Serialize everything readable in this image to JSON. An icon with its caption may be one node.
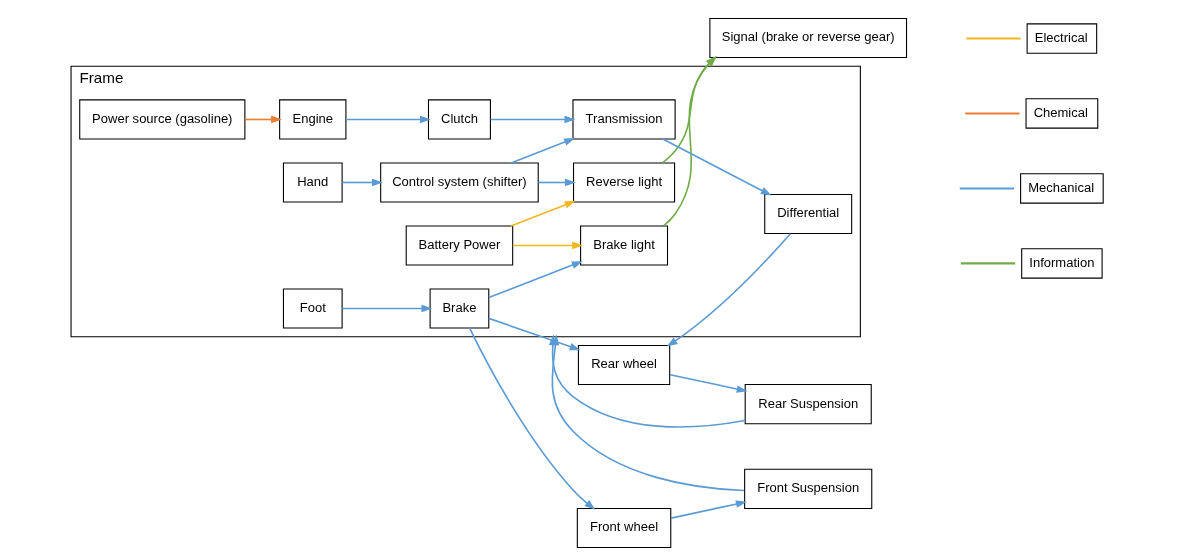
{
  "diagram": {
    "nodes": [
      {
        "text": [
          "Frame"
        ]
      },
      {
        "text": [
          "Battery Power"
        ],
        "in": 0
      },
      {
        "text": [
          "Reverse light"
        ],
        "in": 0
      },
      {
        "text": [
          "Brake light"
        ],
        "in": 0
      },
      {
        "text": [
          "Signal (brake or reverse gear)"
        ]
      },
      {
        "text": [
          "Foot"
        ],
        "in": 0
      },
      {
        "text": [
          "Brake"
        ],
        "in": 0
      },
      {
        "text": [
          "Hand"
        ],
        "in": 0
      },
      {
        "text": [
          "Control system (shifter)"
        ],
        "in": 0
      },
      {
        "text": [
          "Power source (gasoline)"
        ],
        "in": 0
      },
      {
        "text": [
          "Engine"
        ],
        "in": 0
      },
      {
        "text": [
          "Clutch"
        ],
        "in": 0
      },
      {
        "text": [
          "Transmission"
        ],
        "in": 0
      },
      {
        "text": [
          "Differential"
        ],
        "in": 0
      },
      {
        "text": [
          "Front Suspension"
        ]
      },
      {
        "text": [
          "Rear Suspension"
        ]
      },
      {
        "text": [
          "Front wheel"
        ]
      },
      {
        "text": [
          "Rear wheel"
        ]
      }
    ],
    "edges": [
      {
        "from": 8,
        "to": 2,
        "arrow": "to"
      },
      {
        "from": 1,
        "to": 2,
        "arrow": "to",
        "color": "#f2b71f"
      },
      {
        "from": 1,
        "to": 3,
        "arrow": "to",
        "color": "#f2b71f"
      },
      {
        "from": 2,
        "to": 4,
        "arrow": "to",
        "color": "#70ad47"
      },
      {
        "from": 3,
        "to": 4,
        "arrow": "to",
        "color": "#70ad47"
      },
      {
        "from": 5,
        "to": 6,
        "arrow": "to"
      },
      {
        "from": 6,
        "to": 3,
        "arrow": "to"
      },
      {
        "from": 6,
        "to": 17,
        "arrow": "to"
      },
      {
        "from": 6,
        "to": 16,
        "arrow": "to"
      },
      {
        "from": 7,
        "to": 8,
        "arrow": "to"
      },
      {
        "from": 8,
        "to": 12,
        "arrow": "to"
      },
      {
        "from": 9,
        "to": 10,
        "arrow": "to",
        "color": "#ed7d31"
      },
      {
        "from": 10,
        "to": 11,
        "arrow": "to"
      },
      {
        "from": 11,
        "to": 12,
        "arrow": "to"
      },
      {
        "from": 12,
        "to": 13,
        "arrow": "to"
      },
      {
        "from": 13,
        "to": 17,
        "arrow": "to"
      },
      {
        "from": 14,
        "to": 0,
        "arrow": "to"
      },
      {
        "from": 16,
        "to": 14,
        "arrow": "to"
      },
      {
        "from": 15,
        "to": 0,
        "arrow": "to"
      },
      {
        "from": 17,
        "to": 15,
        "arrow": "to"
      }
    ],
    "legend": [
      {
        "text": "Electrical",
        "color": "#f2b71f"
      },
      {
        "text": "Chemical",
        "color": "#ed7d31"
      },
      {
        "text": "Mechanical",
        "color": "#5b9bd5"
      },
      {
        "text": "Information",
        "color": "#70ad47"
      }
    ]
  }
}
